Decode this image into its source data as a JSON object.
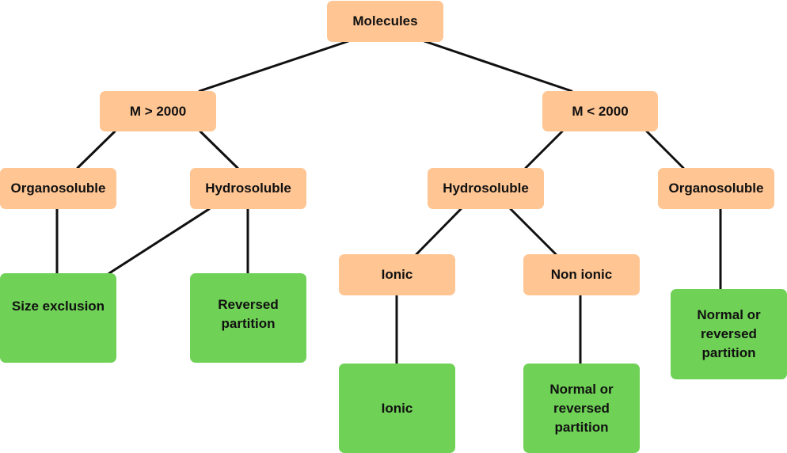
{
  "colors": {
    "category_fill": "#ffc593",
    "result_fill": "#6fd156",
    "edge": "#111111",
    "text": "#111111"
  },
  "nodes": {
    "molecules": "Molecules",
    "m_gt": "M > 2000",
    "m_lt": "M < 2000",
    "left_organo": "Organosoluble",
    "left_hydro": "Hydrosoluble",
    "right_hydro": "Hydrosoluble",
    "right_organo": "Organosoluble",
    "ionic": "Ionic",
    "non_ionic": "Non ionic",
    "size_exclusion": "Size exclusion",
    "reversed_partition": "Reversed\npartition",
    "ionic_result": "Ionic",
    "normal_rev_1": "Normal or\nreversed\npartition",
    "normal_rev_2": "Normal or\nreversed\npartition"
  }
}
